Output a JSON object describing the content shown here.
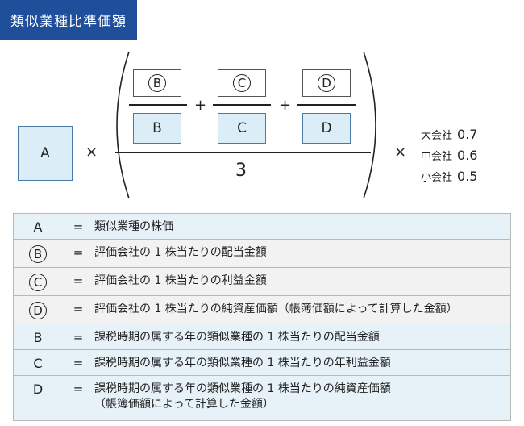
{
  "title": "類似業種比準価額",
  "formula": {
    "a": "A",
    "times": "×",
    "plus": "+",
    "numerators": [
      "B",
      "C",
      "D"
    ],
    "denominators": [
      "B",
      "C",
      "D"
    ],
    "divisor": "3",
    "ratios": [
      {
        "label": "大会社",
        "value": "0.7"
      },
      {
        "label": "中会社",
        "value": "0.6"
      },
      {
        "label": "小会社",
        "value": "0.5"
      }
    ]
  },
  "legend": {
    "eq": "=",
    "rows": [
      {
        "symbol": "A",
        "circled": false,
        "desc": "類似業種の株価",
        "desc2": ""
      },
      {
        "symbol": "B",
        "circled": true,
        "desc": "評価会社の 1 株当たりの配当金額",
        "desc2": ""
      },
      {
        "symbol": "C",
        "circled": true,
        "desc": "評価会社の 1 株当たりの利益金額",
        "desc2": ""
      },
      {
        "symbol": "D",
        "circled": true,
        "desc": "評価会社の 1 株当たりの純資産価額（帳簿価額によって計算した金額）",
        "desc2": ""
      },
      {
        "symbol": "B",
        "circled": false,
        "desc": "課税時期の属する年の類似業種の 1 株当たりの配当金額",
        "desc2": ""
      },
      {
        "symbol": "C",
        "circled": false,
        "desc": "課税時期の属する年の類似業種の 1 株当たりの年利益金額",
        "desc2": ""
      },
      {
        "symbol": "D",
        "circled": false,
        "desc": "課税時期の属する年の類似業種の 1 株当たりの純資産価額",
        "desc2": "（帳簿価額によって計算した金額）"
      }
    ]
  }
}
